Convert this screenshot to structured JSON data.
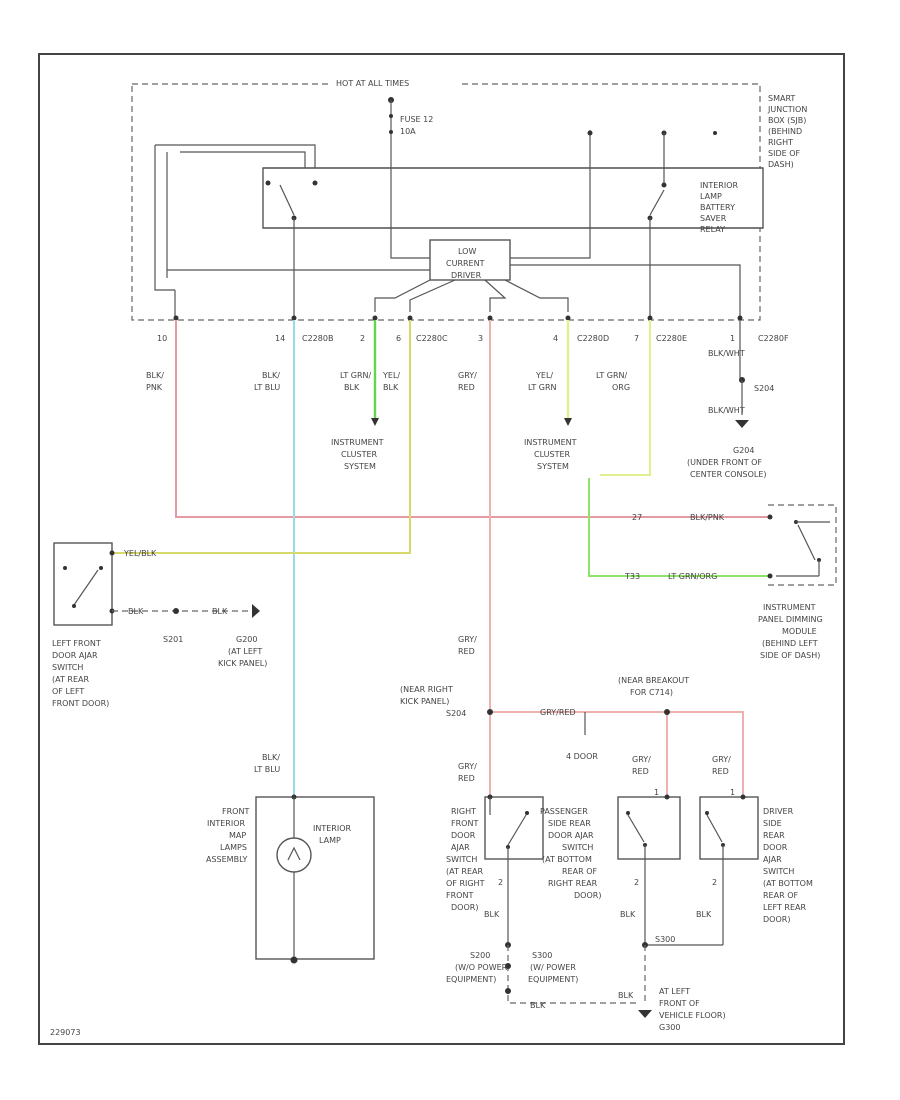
{
  "colors": {
    "pink": "#e39aa3",
    "blu_lt_blu": "#98dbe6",
    "green": "#63d74a",
    "yellow_green": "#e2ef8c",
    "yellow": "#d7d96b",
    "gry_red": "#efb0b0",
    "black": "#333333"
  },
  "power": {
    "hot": "HOT AT ALL TIMES",
    "fuse": [
      "FUSE 12",
      "10A"
    ]
  },
  "sjb": [
    "SMART",
    "JUNCTION",
    "BOX (SJB)",
    "(BEHIND",
    "RIGHT",
    "SIDE OF",
    "DASH)"
  ],
  "relay": [
    "INTERIOR",
    "LAMP",
    "BATTERY",
    "SAVER",
    "RELAY"
  ],
  "low_current": [
    "LOW",
    "CURRENT",
    "DRIVER"
  ],
  "connectors": {
    "pin10": "10",
    "pin14": "14",
    "c2280b": "C2280B",
    "pin2": "2",
    "pin6": "6",
    "c2280c": "C2280C",
    "pin3": "3",
    "pin4": "4",
    "c2280d": "C2280D",
    "pin7": "7",
    "c2280e": "C2280E",
    "pin1": "1",
    "c2280f": "C2280F"
  },
  "wires": {
    "blk_pnk": [
      "BLK/",
      "PNK"
    ],
    "blk_lt_blu": [
      "BLK/",
      "LT BLU"
    ],
    "lt_grn_blk": [
      "LT GRN/",
      "BLK"
    ],
    "yel_blk": [
      "YEL/",
      "BLK"
    ],
    "gry_red": [
      "GRY/",
      "RED"
    ],
    "yel_lt_grn": [
      "YEL/",
      "LT GRN"
    ],
    "lt_grn_org": [
      "LT GRN/",
      "ORG"
    ],
    "blk_wht": "BLK/WHT",
    "yel_blk_one": "YEL/BLK",
    "blk": "BLK",
    "gry_red_one": "GRY/RED",
    "blk_pnk_one": "BLK/PNK",
    "lt_grn_org_one": "LT GRN/ORG"
  },
  "ground": {
    "s204": "S204",
    "g204": [
      "G204",
      "(UNDER FRONT OF",
      "CENTER CONSOLE)"
    ]
  },
  "cluster": [
    "INSTRUMENT",
    "CLUSTER",
    "SYSTEM"
  ],
  "ipdm": {
    "pin_a": "27",
    "pin_b": "T33",
    "label": [
      "INSTRUMENT",
      "PANEL DIMMING",
      "MODULE",
      "(BEHIND LEFT",
      "SIDE OF DASH)"
    ]
  },
  "left_switch": {
    "label": [
      "LEFT FRONT",
      "DOOR AJAR",
      "SWITCH",
      "(AT REAR",
      "OF LEFT",
      "FRONT DOOR)"
    ],
    "s201": "S201",
    "g200": [
      "G200",
      "(AT LEFT",
      "KICK PANEL)"
    ]
  },
  "rh_kick": [
    "(NEAR RIGHT",
    "KICK PANEL)",
    "S204"
  ],
  "breakout": [
    "(NEAR BREAKOUT",
    "FOR C714)"
  ],
  "four_door": "4 DOOR",
  "map_lamps": {
    "label": [
      "FRONT",
      "INTERIOR",
      "MAP",
      "LAMPS",
      "ASSEMBLY"
    ],
    "lamp": [
      "INTERIOR",
      "LAMP"
    ]
  },
  "right_front_switch": [
    "RIGHT",
    "FRONT",
    "DOOR",
    "AJAR",
    "SWITCH",
    "(AT REAR",
    "OF RIGHT",
    "FRONT",
    "DOOR)"
  ],
  "pass_rear_switch": [
    "PASSENGER",
    "SIDE REAR",
    "DOOR AJAR",
    "SWITCH",
    "(AT BOTTOM",
    "REAR OF",
    "RIGHT REAR",
    "DOOR)"
  ],
  "driver_rear_switch": [
    "DRIVER",
    "SIDE",
    "REAR",
    "DOOR",
    "AJAR",
    "SWITCH",
    "(AT BOTTOM",
    "REAR OF",
    "LEFT REAR",
    "DOOR)"
  ],
  "pin_numbers": {
    "p2a": "2",
    "p2b": "2",
    "p2c": "2",
    "p1a": "1",
    "p1b": "1"
  },
  "splices": {
    "s200_a": [
      "S200",
      "(W/O POWER",
      "EQUIPMENT)"
    ],
    "s200_b": [
      "S300",
      "(W/ POWER",
      "EQUIPMENT)"
    ],
    "s300": "S300",
    "g300": [
      "AT LEFT",
      "FRONT OF",
      "VEHICLE FLOOR)",
      "G300"
    ]
  },
  "footer": "229073"
}
